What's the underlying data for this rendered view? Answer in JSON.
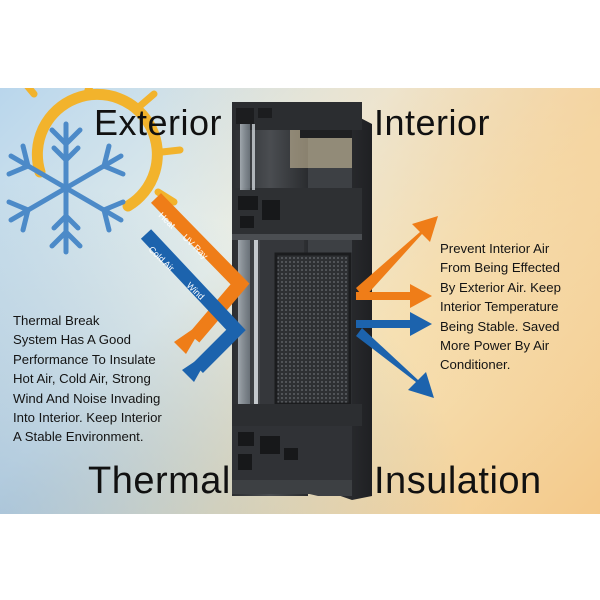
{
  "headings": {
    "exterior": "Exterior",
    "interior": "Interior",
    "thermal": "Thermal",
    "insulation": "Insulation"
  },
  "arrow_labels": {
    "heat": "Heat",
    "uv_ray": "UV Ray",
    "cold_air": "Cold Air",
    "wind": "Wind"
  },
  "left_text": [
    "Thermal Break",
    "System Has A Good",
    "Performance To Insulate",
    "Hot Air, Cold Air, Strong",
    "Wind And Noise Invading",
    "Into Interior. Keep Interior",
    "A Stable Environment."
  ],
  "right_text": [
    "Prevent Interior Air",
    "From Being Effected",
    "By Exterior Air. Keep",
    "Interior Temperature",
    "Being Stable. Saved",
    "More Power By Air",
    "Conditioner."
  ],
  "colors": {
    "orange_arrow": "#ef7d18",
    "blue_arrow": "#1c63ad",
    "sun": "#f2b32c",
    "snowflake": "#4c8ac8",
    "frame": "#3b3d40"
  },
  "icons": [
    "sun-icon",
    "snowflake-icon"
  ]
}
